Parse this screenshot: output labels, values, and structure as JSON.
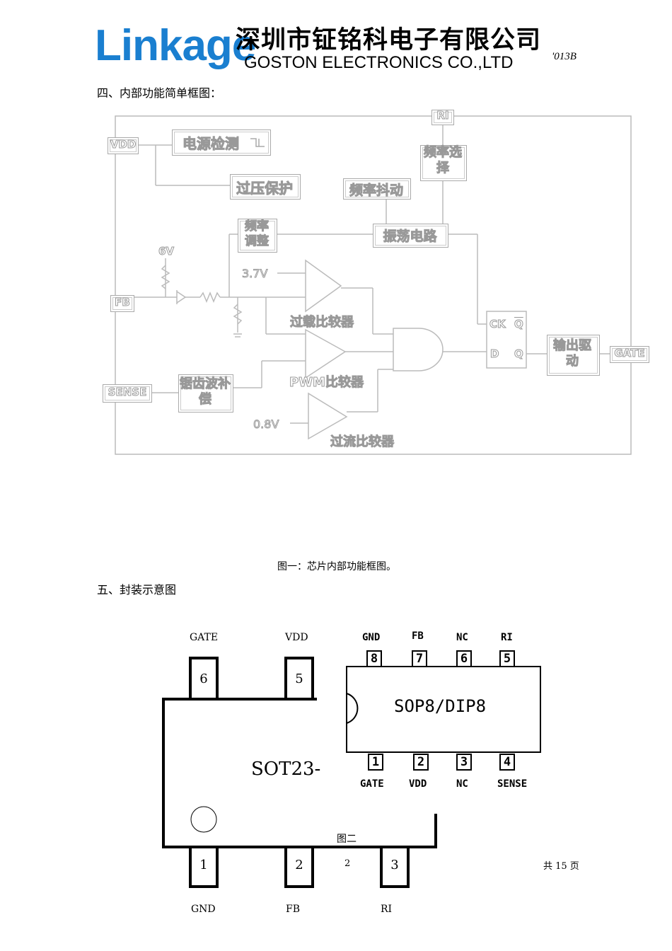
{
  "header": {
    "logo": "Linkage",
    "company_cn": "深圳市钲铭科电子有限公司",
    "company_en": "GOSTON ELECTRONICS CO.,LTD",
    "doc_no": "'013B"
  },
  "section4": {
    "title": "四、内部功能简单框图：",
    "caption": "图一：芯片内部功能框图。"
  },
  "block_diagram": {
    "pins": {
      "ri": "RI",
      "vdd": "VDD",
      "fb": "FB",
      "sense": "SENSE",
      "gate": "GATE"
    },
    "blocks": {
      "power_detect": "电源检测",
      "over_voltage": "过压保护",
      "freq_select": "频率选择",
      "freq_jitter": "频率抖动",
      "freq_adjust": "频率调整",
      "oscillator": "振荡电路",
      "slope_comp": "锯齿波补偿",
      "output_drive": "输出驱动"
    },
    "labels": {
      "v6": "6V",
      "v37": "3.7V",
      "v08": "0.8V",
      "overload_comp": "过载比较器",
      "pwm_comp": "PWM比较器",
      "overcurrent_comp": "过流比较器",
      "ck": "CK",
      "q_bar": "Q",
      "d": "D",
      "q": "Q"
    }
  },
  "section5": {
    "title": "五、封装示意图"
  },
  "sot23": {
    "name": "SOT23-",
    "top_pins": [
      {
        "num": "6",
        "label": "GATE"
      },
      {
        "num": "5",
        "label": "VDD"
      }
    ],
    "bottom_pins": [
      {
        "num": "1",
        "label": "GND"
      },
      {
        "num": "2",
        "label": "FB"
      },
      {
        "num": "3",
        "label": "RI"
      }
    ],
    "figure": "图二",
    "page_num": "2"
  },
  "sop8": {
    "name": "SOP8/DIP8",
    "top_pins": [
      {
        "num": "8",
        "label": "GND"
      },
      {
        "num": "7",
        "label": "FB"
      },
      {
        "num": "6",
        "label": "NC"
      },
      {
        "num": "5",
        "label": "RI"
      }
    ],
    "bottom_pins": [
      {
        "num": "1",
        "label": "GATE"
      },
      {
        "num": "2",
        "label": "VDD"
      },
      {
        "num": "3",
        "label": "NC"
      },
      {
        "num": "4",
        "label": "SENSE"
      }
    ]
  },
  "footer": {
    "total_pages": "共 15 页"
  }
}
